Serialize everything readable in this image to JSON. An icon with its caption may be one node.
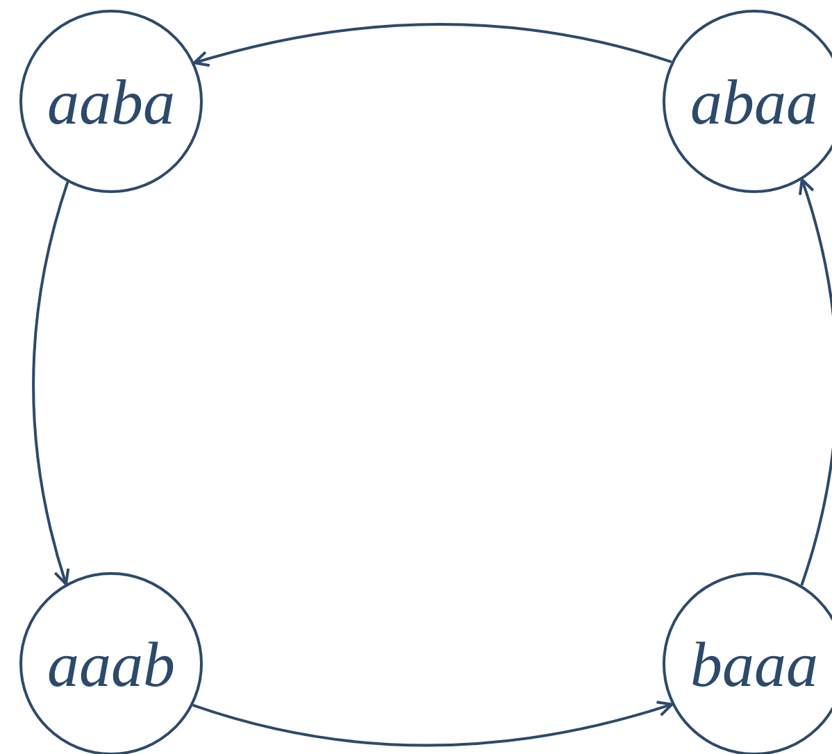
{
  "diagram": {
    "nodes": [
      {
        "text": [
          "aaba"
        ]
      },
      {
        "text": [
          "abaa"
        ]
      },
      {
        "text": [
          "aaab"
        ]
      },
      {
        "text": [
          "baaa"
        ]
      }
    ],
    "edges": [
      {
        "from": 1,
        "to": 0,
        "arrow": "to"
      },
      {
        "from": 0,
        "to": 2,
        "arrow": "to"
      },
      {
        "from": 2,
        "to": 3,
        "arrow": "to"
      },
      {
        "from": 3,
        "to": 1,
        "arrow": "to"
      }
    ]
  }
}
